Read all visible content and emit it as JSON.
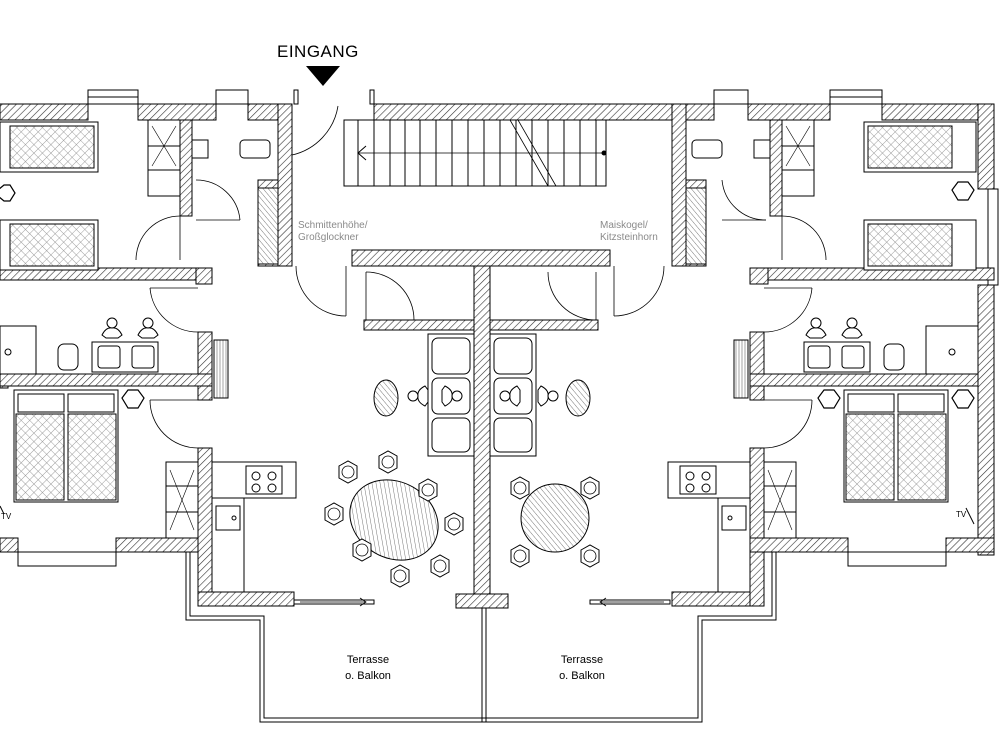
{
  "entrance": {
    "label": "EINGANG"
  },
  "units": [
    {
      "line1": "Schmittenhöhe/",
      "line2": "Großglockner"
    },
    {
      "line1": "Maiskogel/",
      "line2": "Kitzsteinhorn"
    }
  ],
  "terraces": [
    {
      "line1": "Terrasse",
      "line2": "o. Balkon"
    },
    {
      "line1": "Terrasse",
      "line2": "o. Balkon"
    }
  ],
  "tv_label": "TV"
}
